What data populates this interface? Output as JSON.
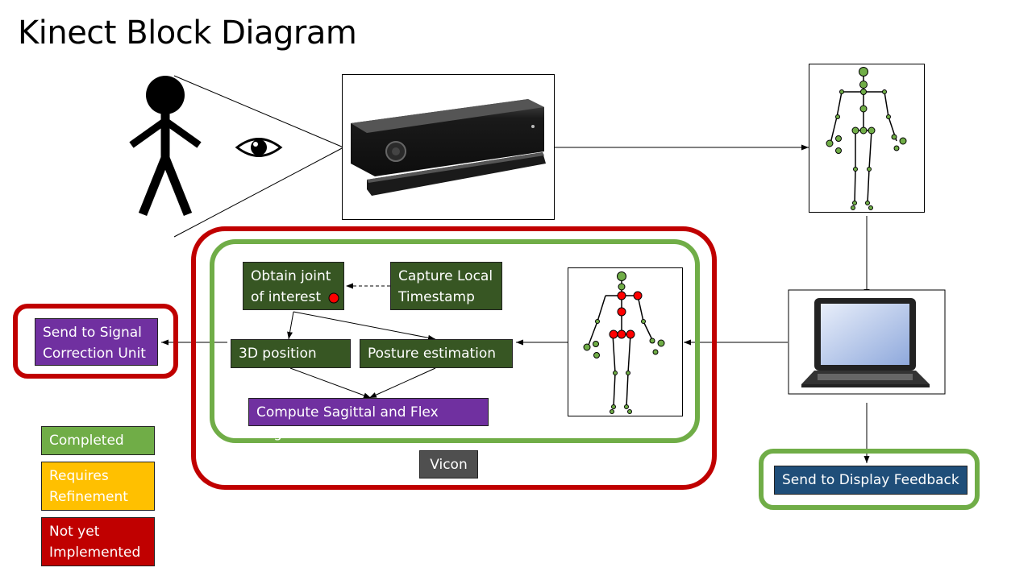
{
  "title": "Kinect Block Diagram",
  "nodes": {
    "obtain_joint": "Obtain joint of interest",
    "capture_timestamp": "Capture  Local Timestamp",
    "position_3d": "3D position",
    "posture_estimation": "Posture estimation",
    "compute_angle": "Compute Sagittal and Flex angle",
    "signal_correction": "Send to Signal Correction Unit",
    "display_feedback": "Send to Display Feedback",
    "vicon": "Vicon"
  },
  "legend": [
    {
      "label": "Completed",
      "color": "#70ad47"
    },
    {
      "label": "Requires Refinement",
      "color": "#ffc000"
    },
    {
      "label": "Not yet Implemented",
      "color": "#c00000"
    }
  ],
  "colors": {
    "red_outline": "#c00000",
    "green_outline": "#70ad47",
    "node_green": "#375623",
    "node_purple": "#7030a0",
    "node_navy": "#1f4e79",
    "joint_green": "#70ad47",
    "joint_red": "#ff0000"
  },
  "icons": [
    "person-icon",
    "eye-icon",
    "kinect-sensor-image",
    "skeleton-icon",
    "laptop-icon",
    "joint-marker-icon"
  ]
}
